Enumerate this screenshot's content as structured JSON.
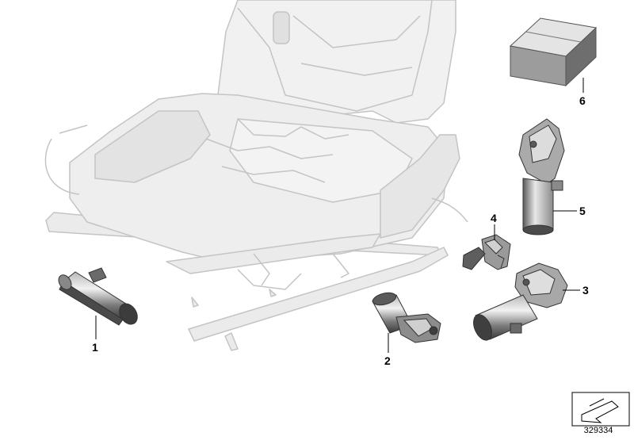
{
  "callouts": [
    {
      "id": "1",
      "label": "1"
    },
    {
      "id": "2",
      "label": "2"
    },
    {
      "id": "3",
      "label": "3"
    },
    {
      "id": "4",
      "label": "4"
    },
    {
      "id": "5",
      "label": "5"
    },
    {
      "id": "6",
      "label": "6"
    }
  ],
  "reference_number": "329334",
  "colors": {
    "frame_fill": "#ebebeb",
    "frame_stroke": "#c4c4c4",
    "part_dark": "#4a4a4a",
    "part_mid": "#8e8e8e",
    "part_light": "#cfcfcf",
    "leader": "#000000"
  }
}
